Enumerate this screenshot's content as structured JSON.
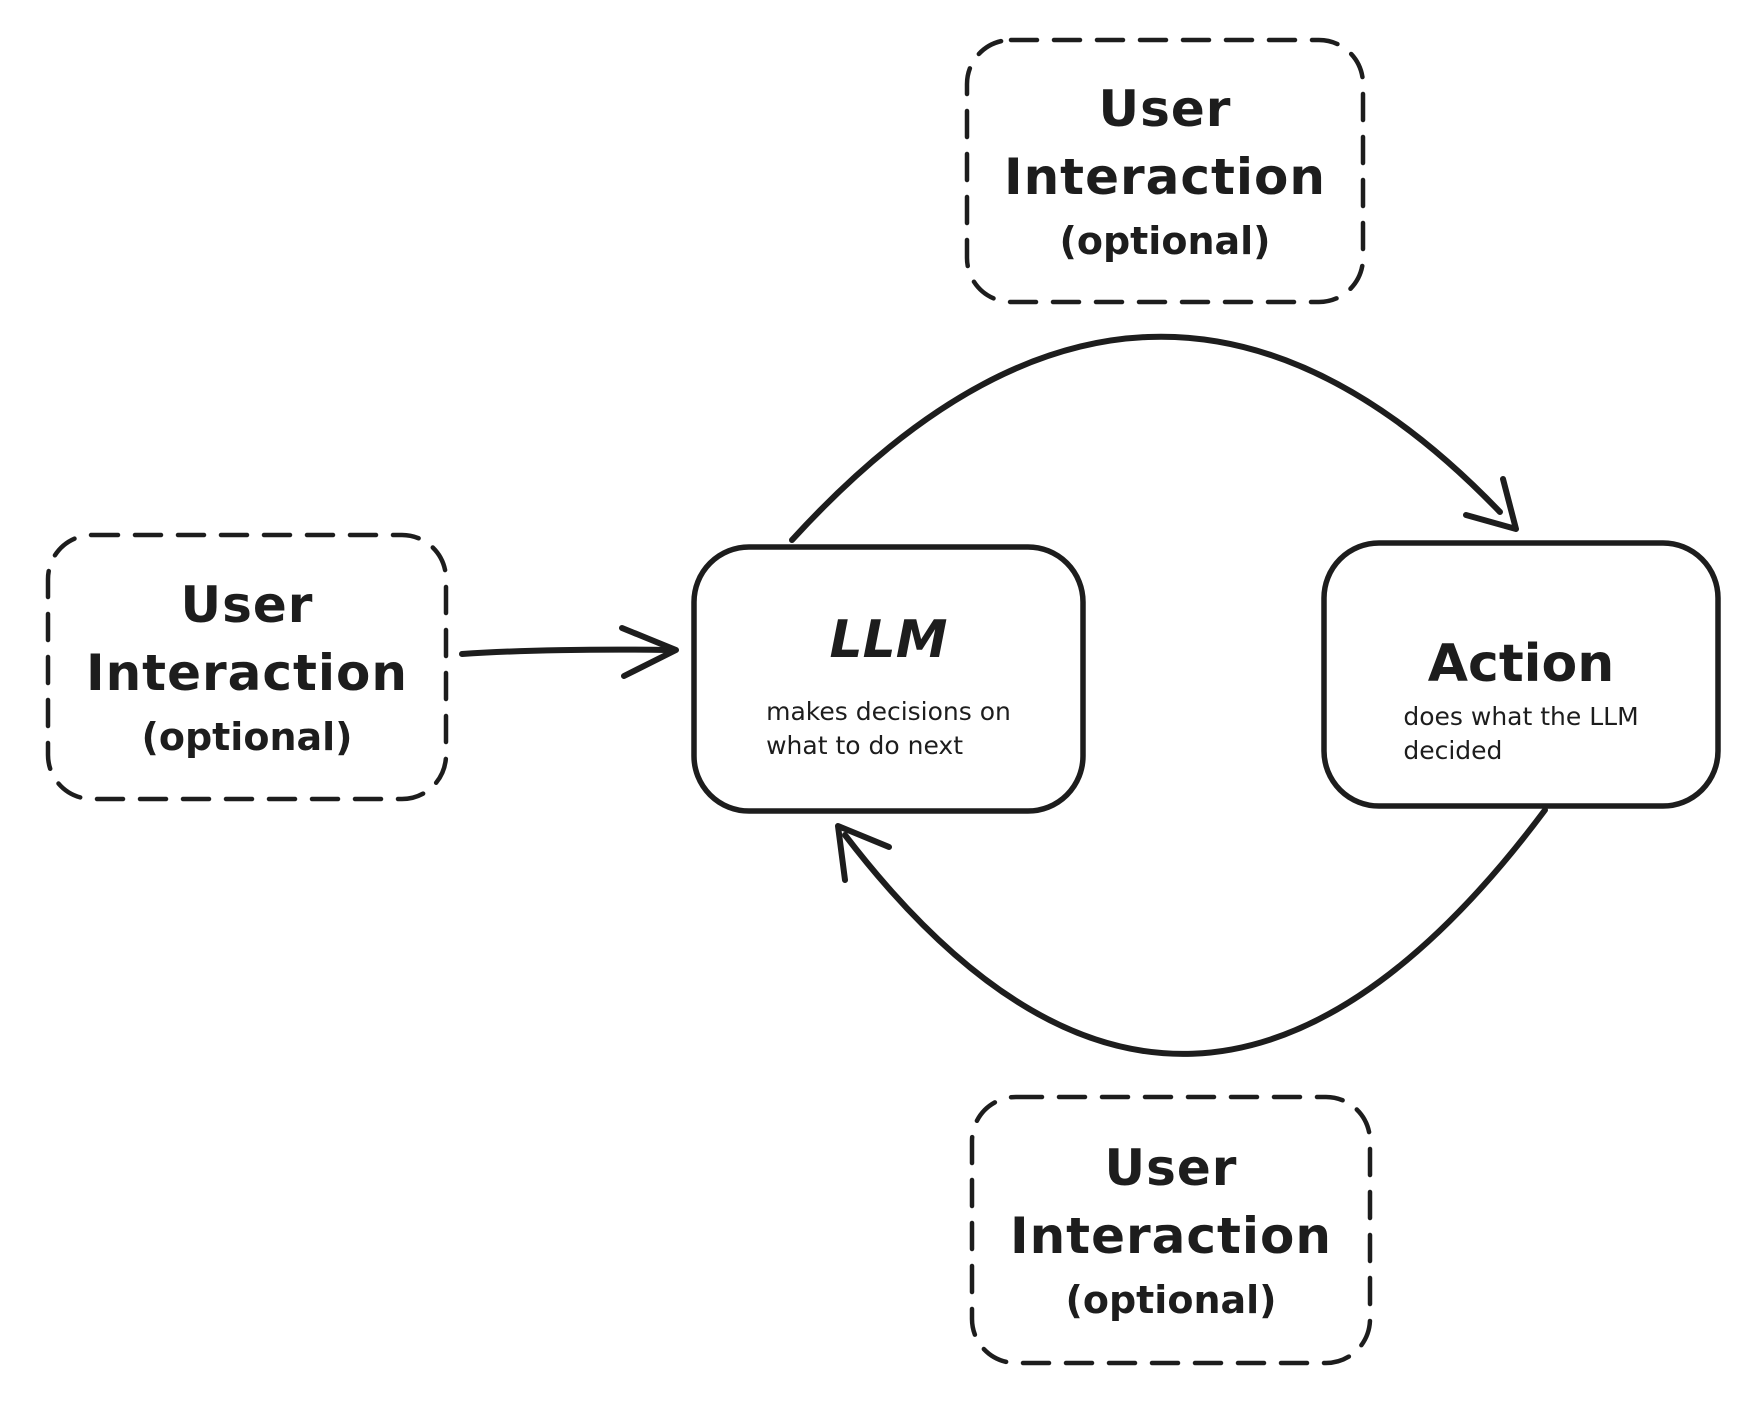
{
  "diagram": {
    "colors": {
      "background": "#ffffff",
      "ink": "#1d1d1d"
    },
    "boxes": {
      "user_top": {
        "line1": "User",
        "line2": "Interaction",
        "note": "(optional)"
      },
      "user_left": {
        "line1": "User",
        "line2": "Interaction",
        "note": "(optional)"
      },
      "user_bottom": {
        "line1": "User",
        "line2": "Interaction",
        "note": "(optional)"
      },
      "llm": {
        "title": "LLM",
        "sub_line1": "makes decisions on",
        "sub_line2": "what to do next"
      },
      "action": {
        "title": "Action",
        "sub_line1": "does what the LLM",
        "sub_line2": "decided"
      }
    },
    "arrows": [
      {
        "name": "user-to-llm",
        "from": "user_left",
        "to": "llm"
      },
      {
        "name": "llm-to-action",
        "from": "llm",
        "to": "action"
      },
      {
        "name": "action-to-llm",
        "from": "action",
        "to": "llm"
      }
    ]
  }
}
